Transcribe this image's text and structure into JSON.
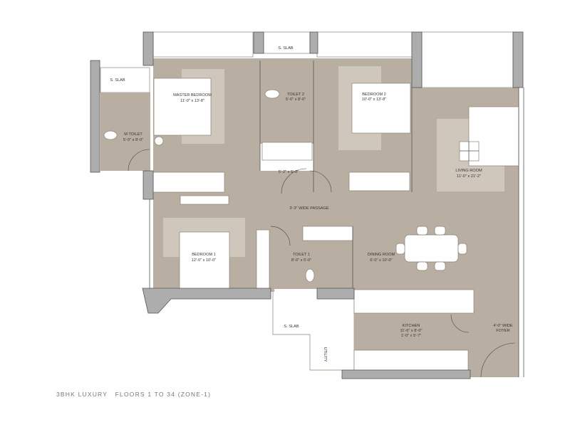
{
  "plan": {
    "rooms": {
      "master_bedroom": {
        "name": "MASTER BEDROOM",
        "size": "11'-0\" x 13'-8\""
      },
      "m_toilet": {
        "name": "M TOILET",
        "size": "5'-0\" x 8'-0\""
      },
      "toilet_2": {
        "name": "TOILET 2",
        "size": "5'-0\" x 8'-0\""
      },
      "bedroom_2": {
        "name": "BEDROOM 2",
        "size": "10'-0\" x 13'-8\""
      },
      "living_room": {
        "name": "LIVING ROOM",
        "size": "11'-0\" x 21'-2\""
      },
      "lobby": {
        "size": "5'-2\" x 5'-3\""
      },
      "passage": {
        "name": "3'-3\" WIDE PASSAGE"
      },
      "bedroom_1": {
        "name": "BEDROOM 1",
        "size": "12'-0\" x 10'-0\""
      },
      "toilet_1": {
        "name": "TOILET 1",
        "size": "8'-0\" x 5'-0\""
      },
      "dining_room": {
        "name": "DINING ROOM",
        "size": "6'-0\" x 10'-0\""
      },
      "kitchen": {
        "name": "KITCHEN",
        "size": "11'-6\" x 8'-0\"",
        "size2": "1'-0\" x 5'-7\""
      },
      "foyer": {
        "name": "4'-0\" WIDE",
        "name2": "FOYER"
      },
      "utility": {
        "name": "UTILITY"
      }
    },
    "slab_label": "S. SLAB"
  },
  "caption": "3BHK LUXURY   FLOORS 1 TO 34 (ZONE-1)",
  "colors": {
    "floor": "#b9aea2",
    "rug": "#cfc6bc",
    "wall": "#adadad"
  }
}
